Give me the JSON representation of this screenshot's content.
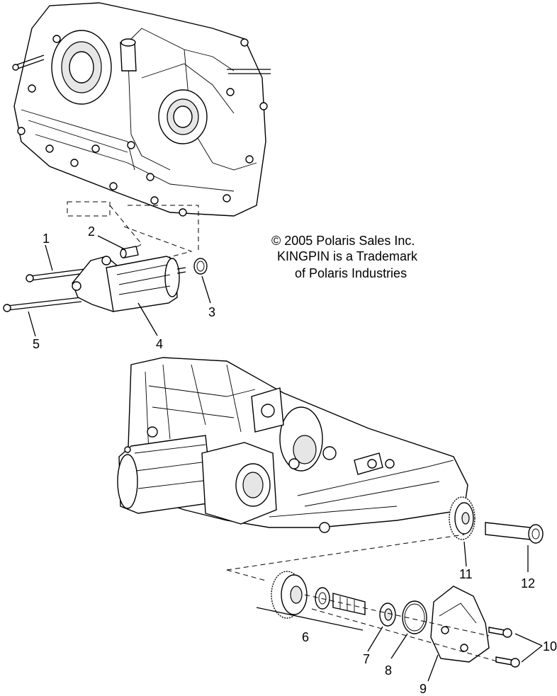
{
  "copyright": {
    "line1": "© 2005 Polaris Sales Inc.",
    "line2": "KINGPIN is a Trademark",
    "line3": "of Polaris Industries"
  },
  "callouts": [
    "1",
    "2",
    "3",
    "4",
    "5",
    "6",
    "7",
    "8",
    "9",
    "10",
    "11",
    "12"
  ]
}
